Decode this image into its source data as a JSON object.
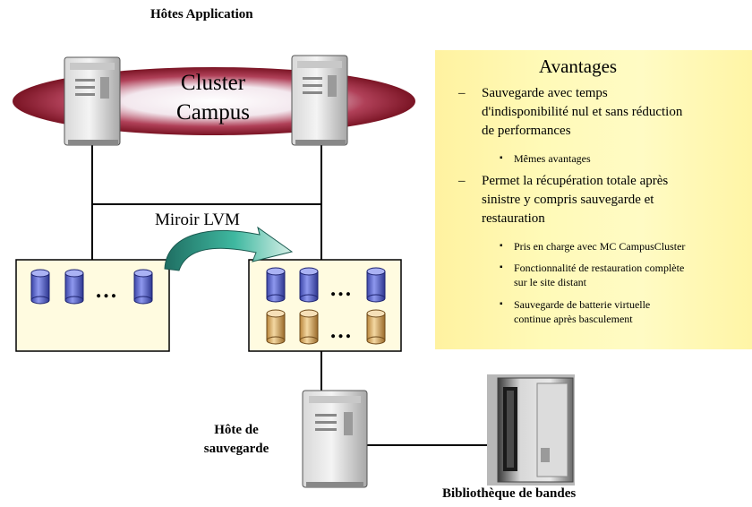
{
  "diagram": {
    "title": "Hôtes Application",
    "cluster_line1": "Cluster",
    "cluster_line2": "Campus",
    "mirror_label": "Miroir LVM",
    "backup_host_line1": "Hôte de",
    "backup_host_line2": "sauvegarde",
    "library_label": "Bibliothèque de bandes",
    "ellipsis": "…"
  },
  "benefits": {
    "title": "Avantages",
    "dash": "–",
    "square": "▪",
    "point1": [
      "Sauvegarde avec temps",
      "d'indisponibilité nul et sans réduction",
      "de performances"
    ],
    "point1_sub": "Mêmes avantages",
    "point2": [
      "Permet la récupération totale après",
      "sinistre y compris sauvegarde et",
      "restauration"
    ],
    "point2_sub1": "Pris en charge avec MC CampusCluster",
    "point2_sub2": [
      "Fonctionnalité de restauration complète",
      "sur le site distant"
    ],
    "point2_sub3": [
      "Sauvegarde de batterie virtuelle",
      "continue après basculement"
    ]
  },
  "colors": {
    "panel_fill": "#fff8b0",
    "ellipse_red": "#8b1c2a",
    "disk_blue": "#5561cc",
    "disk_gold": "#d8a85a",
    "arrow_green": "#2a8a7a",
    "box_fill": "#fffbe0"
  }
}
